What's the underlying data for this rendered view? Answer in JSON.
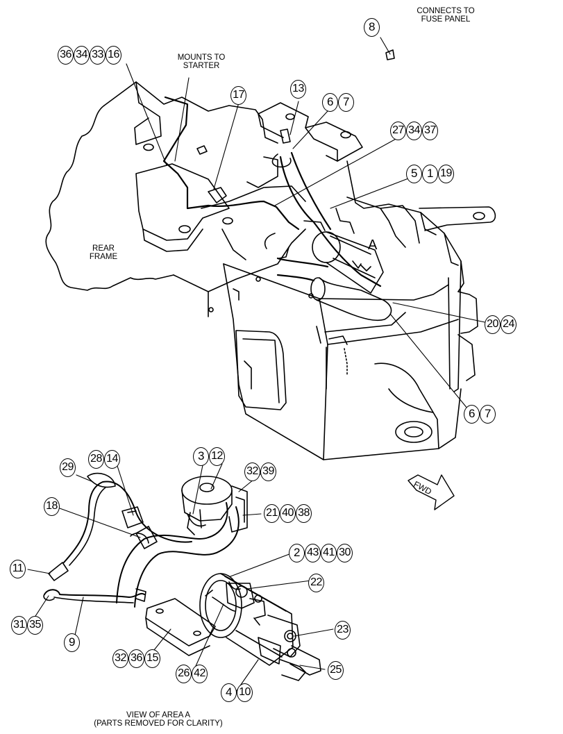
{
  "notes": {
    "fuse_panel_l1": "CONNECTS TO",
    "fuse_panel_l2": "FUSE PANEL",
    "starter_l1": "MOUNTS TO",
    "starter_l2": "STARTER",
    "rear_frame_l1": "REAR",
    "rear_frame_l2": "FRAME",
    "area_marker": "A",
    "fwd": "FWD",
    "view_l1": "VIEW OF AREA  A",
    "view_l2": "(PARTS REMOVED FOR CLARITY)"
  },
  "callouts": {
    "g8": [
      "8"
    ],
    "g36": [
      "36",
      "34",
      "33",
      "16"
    ],
    "g17": [
      "17"
    ],
    "g13": [
      "13"
    ],
    "g6a": [
      "6",
      "7"
    ],
    "g27": [
      "27",
      "34",
      "37"
    ],
    "g5": [
      "5",
      "1",
      "19"
    ],
    "g20": [
      "20",
      "24"
    ],
    "g6b": [
      "6",
      "7"
    ],
    "g3": [
      "3",
      "12"
    ],
    "g28": [
      "28",
      "14"
    ],
    "g29": [
      "29"
    ],
    "g32a": [
      "32",
      "39"
    ],
    "g18": [
      "18"
    ],
    "g21": [
      "21",
      "40",
      "38"
    ],
    "g2": [
      "2",
      "43",
      "41",
      "30"
    ],
    "g11": [
      "11"
    ],
    "g22": [
      "22"
    ],
    "g31": [
      "31",
      "35"
    ],
    "g23": [
      "23"
    ],
    "g9": [
      "9"
    ],
    "g32b": [
      "32",
      "36",
      "15"
    ],
    "g26": [
      "26",
      "42"
    ],
    "g25": [
      "25"
    ],
    "g4": [
      "4",
      "10"
    ]
  }
}
